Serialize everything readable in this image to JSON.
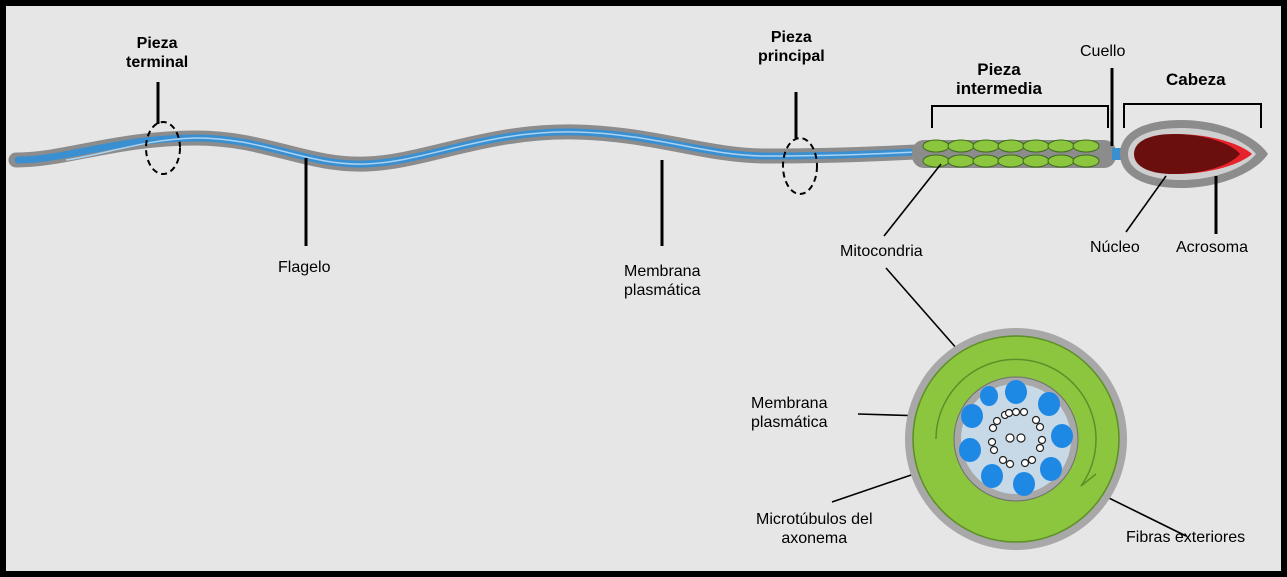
{
  "labels": {
    "pieza_terminal": [
      "Pieza",
      "terminal"
    ],
    "pieza_principal": [
      "Pieza",
      "principal"
    ],
    "pieza_intermedia": [
      "Pieza",
      "intermedia"
    ],
    "cuello": "Cuello",
    "cabeza": "Cabeza",
    "flagelo": "Flagelo",
    "membrana_plasmatica_top": [
      "Membrana",
      "plasmática"
    ],
    "mitocondria": "Mitocondria",
    "nucleo": "Núcleo",
    "acrosoma": "Acrosoma",
    "membrana_plasmatica_section": [
      "Membrana",
      "plasmática"
    ],
    "microtubulos": [
      "Microtúbulos del",
      "axonema"
    ],
    "fibras_exteriores": "Fibras exteriores"
  },
  "colors": {
    "background": "#e6e6e6",
    "membrane": "#8c8c8c",
    "flagellum": "#3a8fd0",
    "mitochondria": "#8cc63f",
    "nucleus": "#6b0e0e",
    "acrosome": "#e8222a",
    "fibers": "#1e88e5"
  }
}
